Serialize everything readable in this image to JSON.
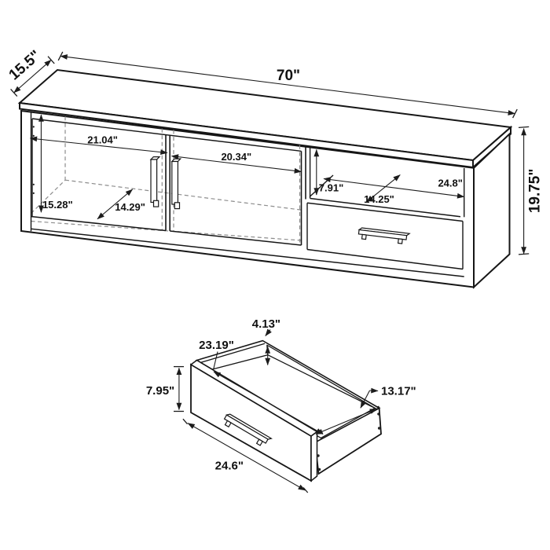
{
  "title": "TV stand dimension diagram",
  "figure": "line-art furniture drawing with dimension callouts",
  "colors": {
    "background": "#ffffff",
    "line": "#161616",
    "hidden_line": "#8d8d8d",
    "text": "#111111"
  },
  "console_view": {
    "name": "tv-console",
    "dimensions": {
      "overall_width": "70\"",
      "overall_depth": "15.5\"",
      "overall_height": "19.75\"",
      "left_cabinet_interior_width": "21.04\"",
      "center_cabinet_interior_width": "20.34\"",
      "cabinet_interior_height": "15.28\"",
      "cabinet_interior_depth": "14.29\"",
      "cubby_interior_height": "7.91\"",
      "cubby_interior_width": "24.8\"",
      "cubby_interior_depth": "14.25\""
    }
  },
  "drawer_view": {
    "name": "drawer-box",
    "dimensions": {
      "front_height": "7.95\"",
      "front_width": "24.6\"",
      "interior_width": "23.19\"",
      "interior_back_height": "4.13\"",
      "interior_depth": "13.17\""
    }
  }
}
